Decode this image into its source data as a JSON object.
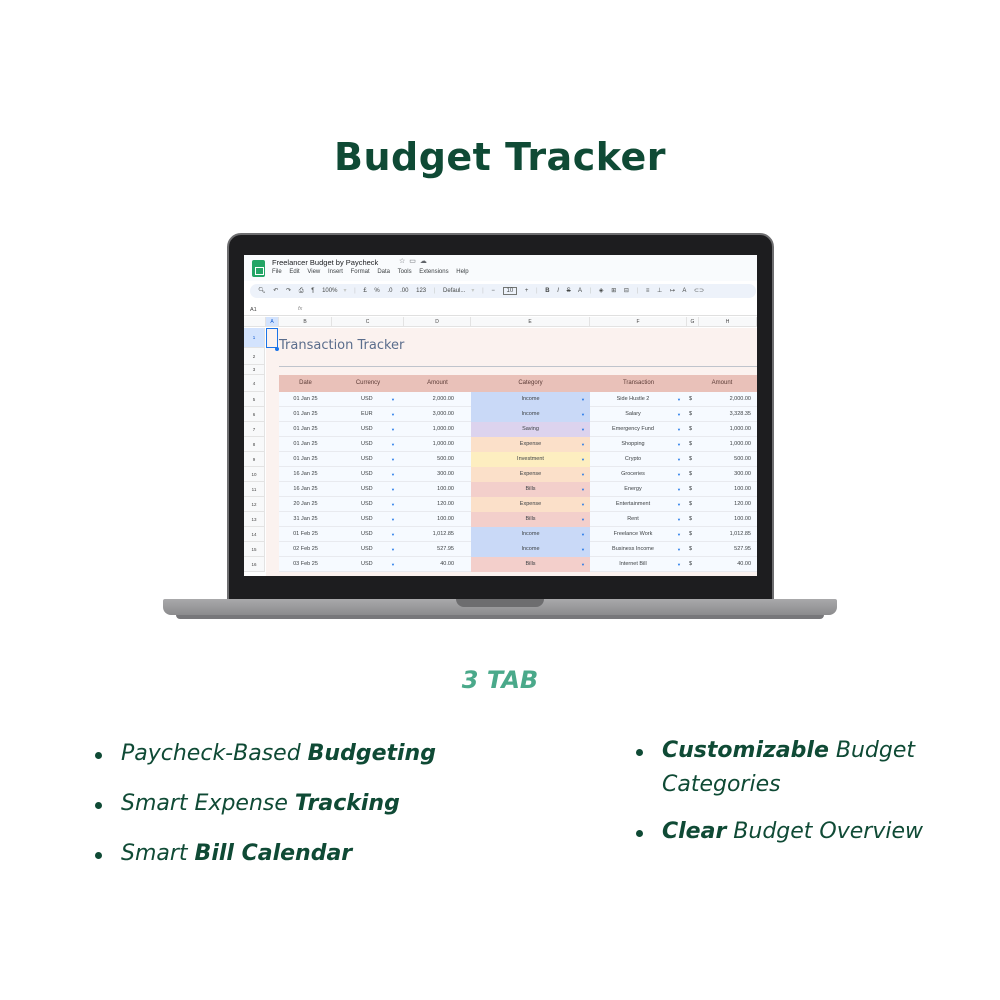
{
  "headline": "Budget Tracker",
  "spreadsheet": {
    "doc_title": "Freelancer Budget by Paycheck",
    "menu": [
      "File",
      "Edit",
      "View",
      "Insert",
      "Format",
      "Data",
      "Tools",
      "Extensions",
      "Help"
    ],
    "toolbar": {
      "zoom": "100%",
      "currency": "£",
      "percent": "%",
      "dec_dec": ".0",
      "dec_inc": ".00",
      "number_format": "123",
      "font": "Defaul...",
      "font_size": "10"
    },
    "name_box": "A1",
    "fx": "fx",
    "columns": [
      "A",
      "B",
      "C",
      "D",
      "E",
      "F",
      "G",
      "H"
    ],
    "sheet_title": "Transaction Tracker",
    "headers": [
      "Date",
      "Currency",
      "Amount",
      "Category",
      "Transaction",
      "Amount"
    ],
    "rows": [
      {
        "num": "5",
        "date": "01 Jan 25",
        "currency": "USD",
        "amount": "2,000.00",
        "category": "Income",
        "transaction": "Side Hustle 2",
        "symbol": "$",
        "usd": "2,000.00"
      },
      {
        "num": "6",
        "date": "01 Jan 25",
        "currency": "EUR",
        "amount": "3,000.00",
        "category": "Income",
        "transaction": "Salary",
        "symbol": "$",
        "usd": "3,328.35"
      },
      {
        "num": "7",
        "date": "01 Jan 25",
        "currency": "USD",
        "amount": "1,000.00",
        "category": "Saving",
        "transaction": "Emergency Fund",
        "symbol": "$",
        "usd": "1,000.00"
      },
      {
        "num": "8",
        "date": "01 Jan 25",
        "currency": "USD",
        "amount": "1,000.00",
        "category": "Expense",
        "transaction": "Shopping",
        "symbol": "$",
        "usd": "1,000.00"
      },
      {
        "num": "9",
        "date": "01 Jan 25",
        "currency": "USD",
        "amount": "500.00",
        "category": "Investment",
        "transaction": "Crypto",
        "symbol": "$",
        "usd": "500.00"
      },
      {
        "num": "10",
        "date": "16 Jan 25",
        "currency": "USD",
        "amount": "300.00",
        "category": "Expense",
        "transaction": "Groceries",
        "symbol": "$",
        "usd": "300.00"
      },
      {
        "num": "11",
        "date": "16 Jan 25",
        "currency": "USD",
        "amount": "100.00",
        "category": "Bills",
        "transaction": "Energy",
        "symbol": "$",
        "usd": "100.00"
      },
      {
        "num": "12",
        "date": "20 Jan 25",
        "currency": "USD",
        "amount": "120.00",
        "category": "Expense",
        "transaction": "Entertainment",
        "symbol": "$",
        "usd": "120.00"
      },
      {
        "num": "13",
        "date": "31 Jan 25",
        "currency": "USD",
        "amount": "100.00",
        "category": "Bills",
        "transaction": "Rent",
        "symbol": "$",
        "usd": "100.00"
      },
      {
        "num": "14",
        "date": "01 Feb 25",
        "currency": "USD",
        "amount": "1,012.85",
        "category": "Income",
        "transaction": "Freelance Work",
        "symbol": "$",
        "usd": "1,012.85"
      },
      {
        "num": "15",
        "date": "02 Feb 25",
        "currency": "USD",
        "amount": "527.95",
        "category": "Income",
        "transaction": "Business Income",
        "symbol": "$",
        "usd": "527.95"
      },
      {
        "num": "16",
        "date": "03 Feb 25",
        "currency": "USD",
        "amount": "40.00",
        "category": "Bills",
        "transaction": "Internet Bill",
        "symbol": "$",
        "usd": "40.00"
      }
    ],
    "category_colors": {
      "Income": "#c9d9f7",
      "Saving": "#dcd3ee",
      "Expense": "#fbe0c9",
      "Investment": "#fdeec0",
      "Bills": "#f3cfcb"
    }
  },
  "tab_label": "3 TAB",
  "features_left": [
    {
      "plain": "Paycheck-Based ",
      "bold": "Budgeting"
    },
    {
      "plain": "Smart Expense ",
      "bold": "Tracking"
    },
    {
      "plain": "Smart ",
      "bold": "Bill Calendar"
    }
  ],
  "features_right": [
    {
      "bold": "Customizable",
      "plain": " Budget Categories"
    },
    {
      "bold": "Clear",
      "plain": " Budget Overview"
    }
  ]
}
